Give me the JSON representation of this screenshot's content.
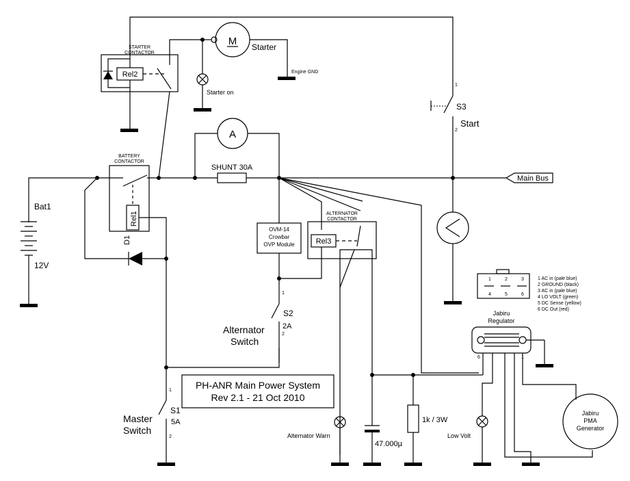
{
  "labels": {
    "starter_contactor_1": "STARTER",
    "starter_contactor_2": "CONTACTOR",
    "rel2": "Rel2",
    "motor_m": "M",
    "starter": "Starter",
    "engine_gnd": "Engine GND",
    "starter_on": "Starter on",
    "s3": "S3",
    "s3_pin1": "1",
    "s3_pin2": "2",
    "start": "Start",
    "battery_contactor_1": "BATTERY",
    "battery_contactor_2": "CONTACTOR",
    "rel1": "Rel1",
    "ammeter_a": "A",
    "shunt": "SHUNT 30A",
    "main_bus": "Main Bus",
    "bat1": "Bat1",
    "bat_voltage": "12V",
    "d1": "D1",
    "ovm_1": "OVM-14",
    "ovm_2": "Crowbar",
    "ovm_3": "OVP Module",
    "alt_contactor_1": "ALTERNATOR",
    "alt_contactor_2": "CONTACTOR",
    "rel3": "Rel3",
    "s2": "S2",
    "s2_pin1": "1",
    "s2_pin2": "2",
    "s2_rating": "2A",
    "alt_switch_1": "Alternator",
    "alt_switch_2": "Switch",
    "s1": "S1",
    "s1_pin1": "1",
    "s1_pin2": "2",
    "s1_rating": "5A",
    "master_switch_1": "Master",
    "master_switch_2": "Switch",
    "title_1": "PH-ANR Main Power System",
    "title_2": "Rev 2.1 - 21 Oct 2010",
    "alt_warn": "Alternator Warn",
    "capacitor": "47.000µ",
    "resistor": "1k / 3W",
    "low_volt": "Low Volt",
    "regulator_1": "Jabiru",
    "regulator_2": "Regulator",
    "reg_pin6": "6",
    "reg_pin1": "1",
    "pma_1": "Jabiru",
    "pma_2": "PMA",
    "pma_3": "Generator"
  },
  "connector": {
    "top_pins": [
      "1",
      "2",
      "3"
    ],
    "bottom_pins": [
      "4",
      "5",
      "6"
    ],
    "legend": [
      "1 AC in (pale blue)",
      "2 GROUND (black)",
      "3 AC in (pale blue)",
      "4 LO VOLT (green)",
      "5 DC Sense (yellow)",
      "6 DC Out (red)"
    ]
  }
}
